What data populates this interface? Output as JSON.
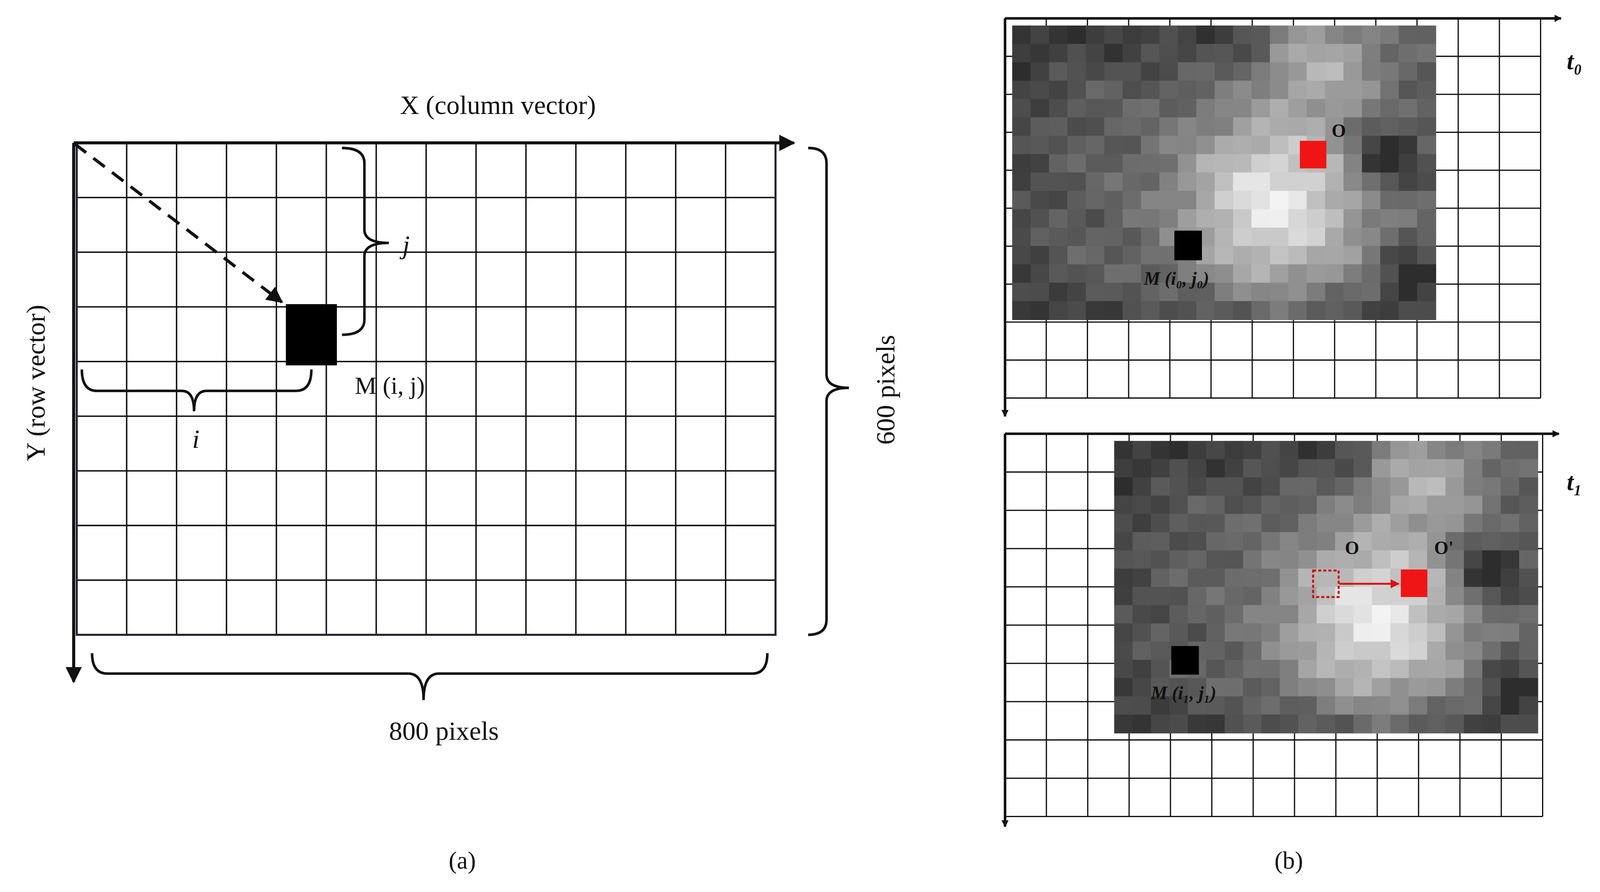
{
  "diagram": {
    "labels": [
      "X (column vector)",
      "Y (row vector)",
      "j",
      "M (i, j)",
      "i",
      "600 pixels",
      "800 pixels",
      "(a)",
      "t₀",
      "O",
      "M (i₀, j₀)",
      "t₁",
      "O",
      "O'",
      "M (i₁, j₁)",
      "(b)"
    ]
  }
}
